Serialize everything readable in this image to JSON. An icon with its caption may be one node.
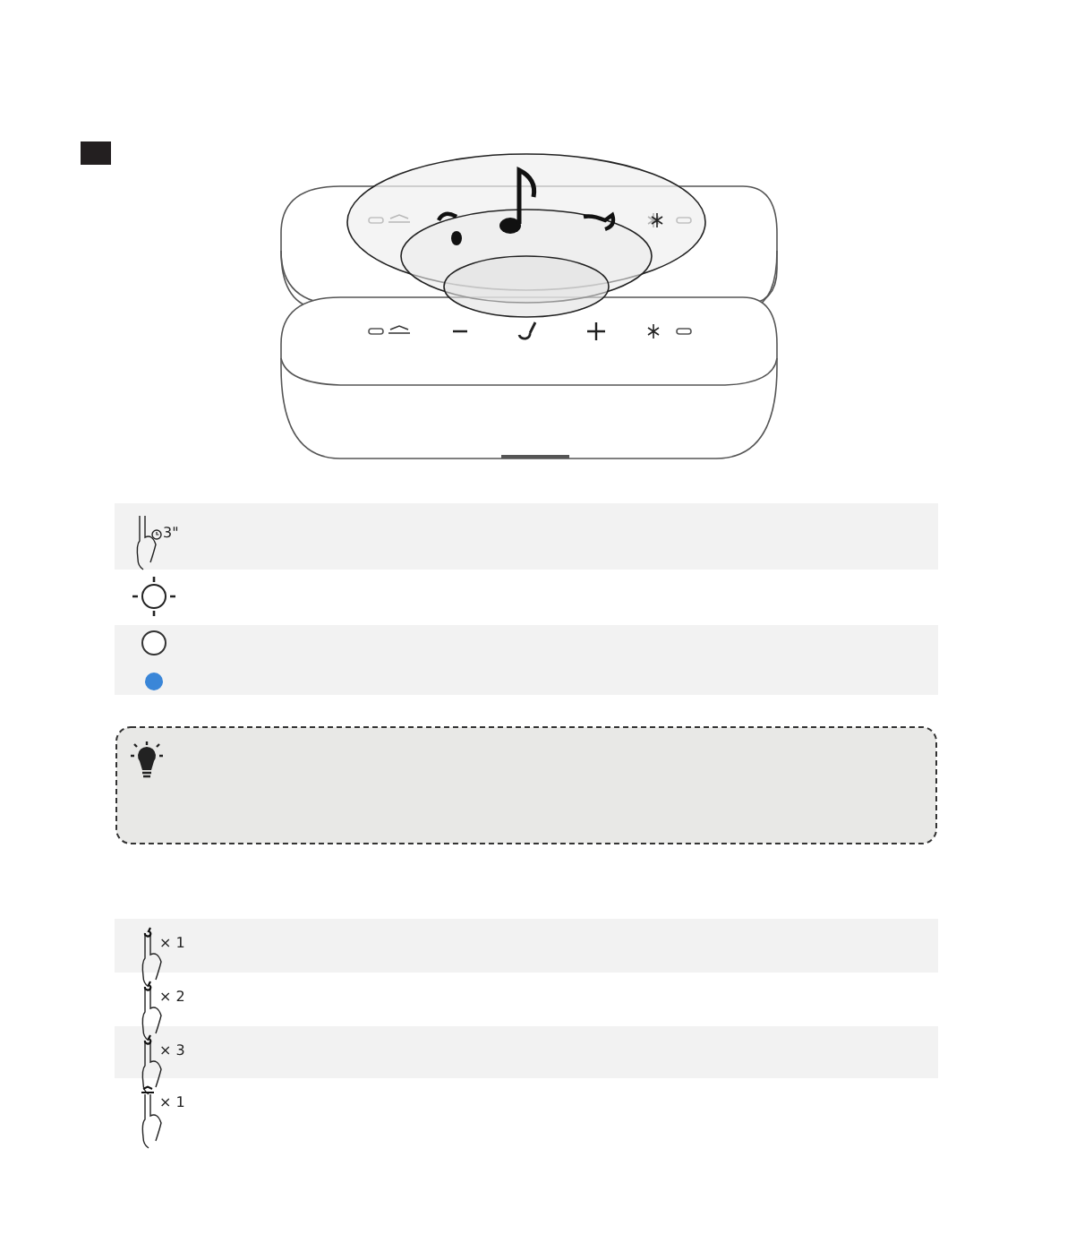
{
  "diagram": {
    "labels": [
      "3\"",
      "× 1",
      "× 2",
      "× 3",
      "× 1"
    ]
  }
}
